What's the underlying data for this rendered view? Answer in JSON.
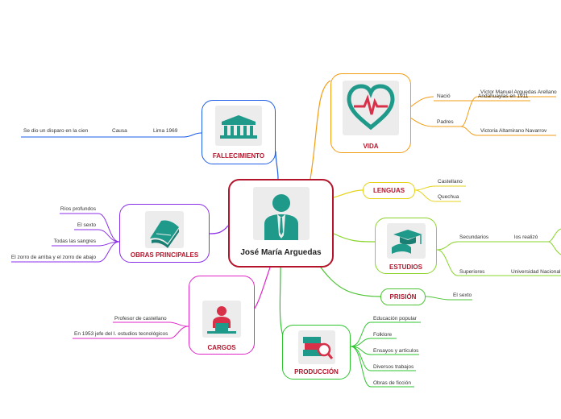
{
  "colors": {
    "center": "#b5152c",
    "vida": "#f39c12",
    "lenguas": "#e6d31a",
    "estudios": "#8ad42c",
    "prision": "#4ec435",
    "produccion": "#2ec52f",
    "cargos": "#e026c8",
    "obras": "#8b2ee8",
    "fallecimiento": "#1e5ee8",
    "icon_teal": "#1f9a8a"
  },
  "center": {
    "label": "José María Arguedas",
    "icon": "businessman-icon"
  },
  "vida": {
    "label": "VIDA",
    "icon": "heart-pulse-icon",
    "naci_label": "Nació",
    "naci_value": "Andahuaylas en 1911",
    "padres_label": "Padres",
    "padres": [
      "Víctor Manuel Arguedas Arellano",
      "Victoria Altamirano Navarrov"
    ]
  },
  "lenguas": {
    "label": "LENGUAS",
    "items": [
      "Castellano",
      "Quechua"
    ]
  },
  "estudios": {
    "label": "ESTUDIOS",
    "icon": "graduation-icon",
    "secundarios_label": "Secundarios",
    "secundarios_value": "los realizó",
    "superiores_label": "Superiores",
    "superiores_value": "Universidad Nacional"
  },
  "prision": {
    "label": "PRISIÓN",
    "items": [
      "El sexto"
    ]
  },
  "produccion": {
    "label": "PRODUCCIÓN",
    "icon": "books-magnifier-icon",
    "items": [
      "Educación popular",
      "Folklore",
      "Ensayos y artículos",
      "Diversos trabajos",
      "Obras de ficción"
    ]
  },
  "cargos": {
    "label": "CARGOS",
    "icon": "office-worker-icon",
    "items": [
      "Profesor de castellano",
      "En 1953 jefe del I. estudios tecnológicos"
    ]
  },
  "obras": {
    "label": "OBRAS PRINCIPALES",
    "icon": "open-book-icon",
    "items": [
      "Ríos profundos",
      "El sexto",
      "Todas las sangres",
      "El zorro de arriba y el zorro de abajo"
    ]
  },
  "fallecimiento": {
    "label": "FALLECIMIENTO",
    "icon": "building-icon",
    "year": "Lima 1969",
    "causa_label": "Causa",
    "causa_value": "Se dio un disparo en la cien"
  }
}
